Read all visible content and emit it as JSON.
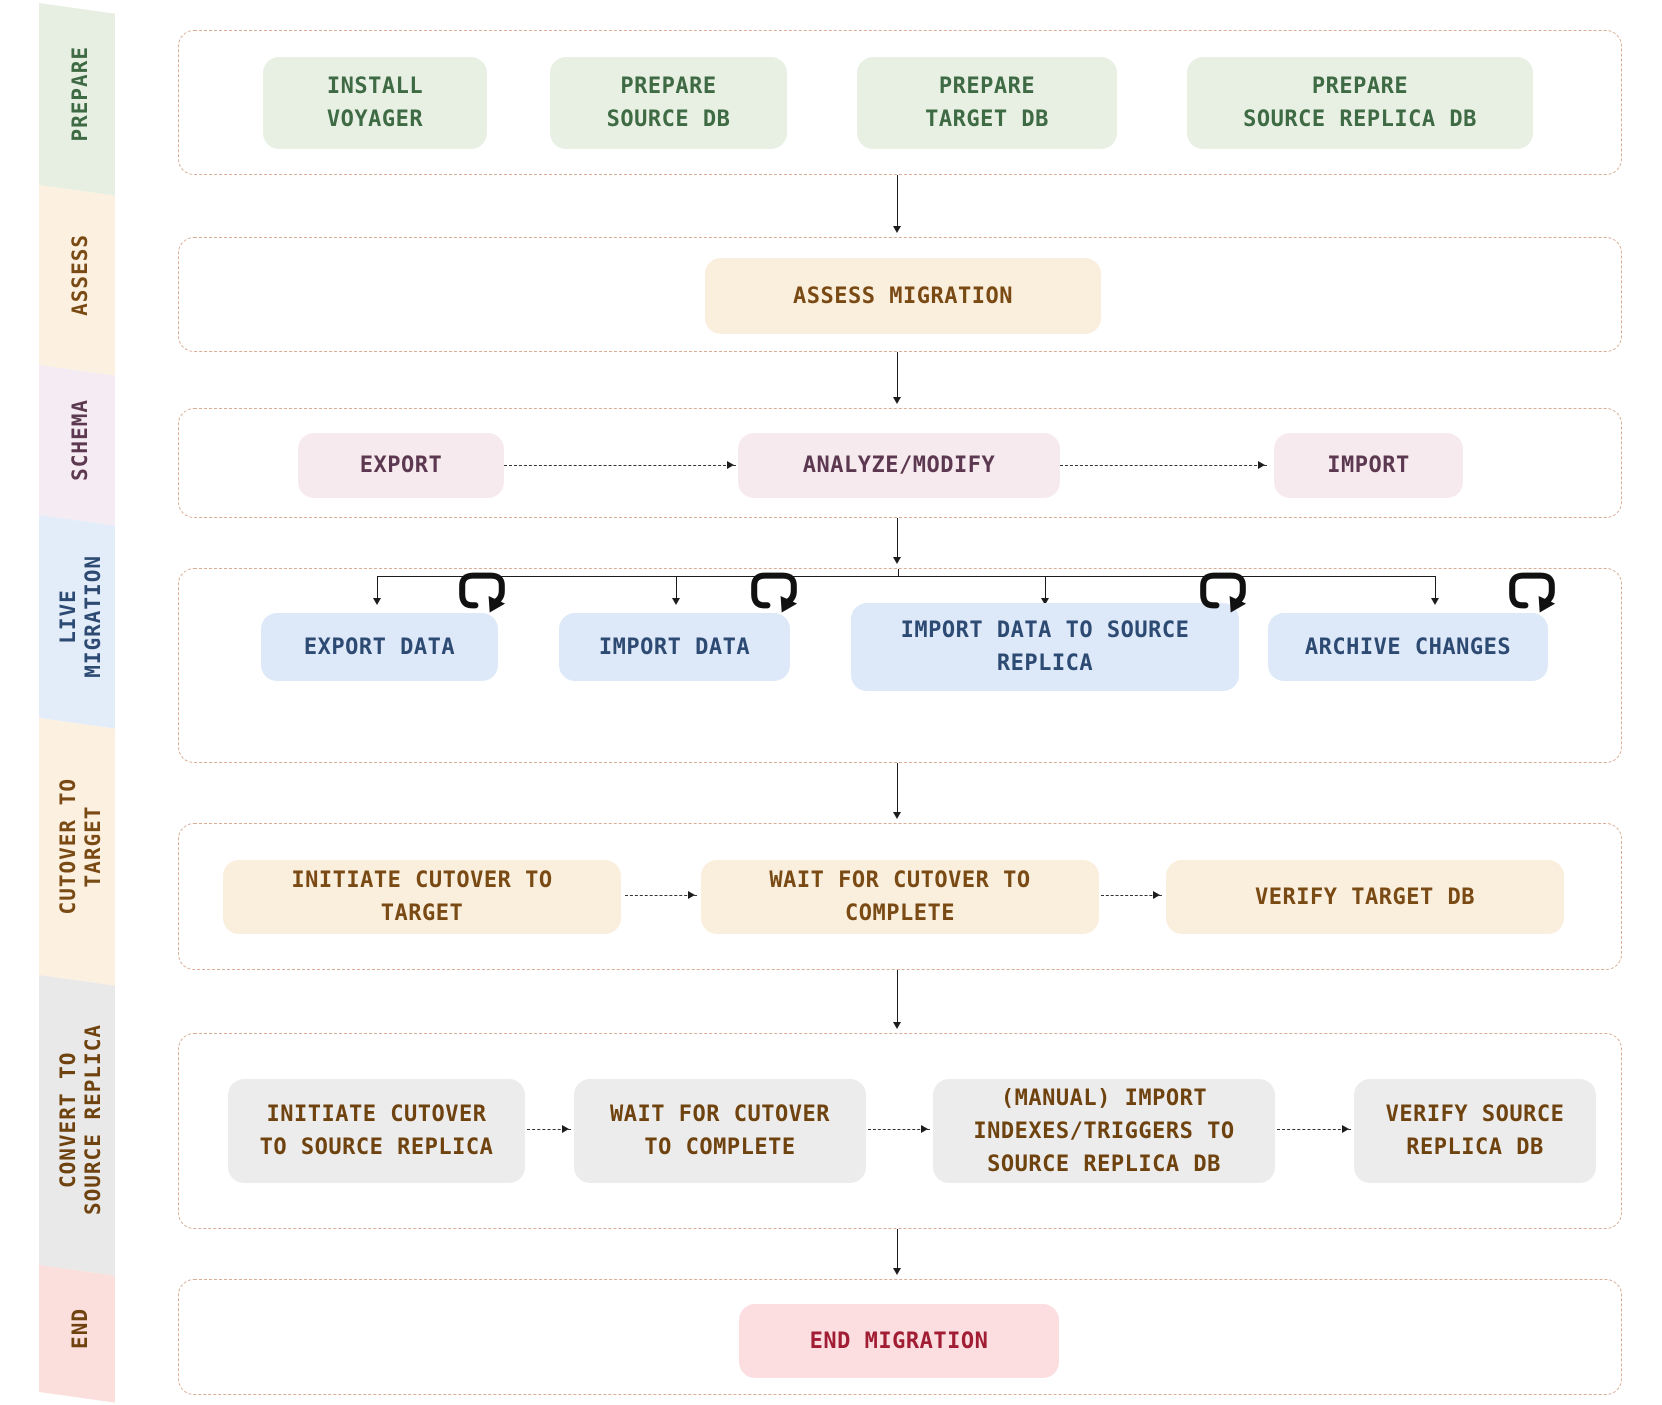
{
  "palette": {
    "row_border": "#d9ac96",
    "arrow": "#1c1c1c",
    "prepare_bg": "#e8f0e4",
    "prepare_text": "#3e6a44",
    "assess_bg": "#faeedd",
    "assess_text": "#7a4a14",
    "schema_bg": "#f7eaee",
    "schema_text": "#5c3950",
    "live_bg": "#dde8f8",
    "live_text": "#2d4a73",
    "cutover_bg": "#faeedd",
    "cutover_text": "#7a4a14",
    "convert_bg": "#ececec",
    "convert_text": "#6f430f",
    "end_bg": "#fcdee1",
    "end_text": "#a11d33"
  },
  "sidebar": {
    "items": [
      {
        "label": "PREPARE"
      },
      {
        "label": "ASSESS"
      },
      {
        "label": "SCHEMA"
      },
      {
        "label": "LIVE\nMIGRATION"
      },
      {
        "label": "CUTOVER TO\nTARGET"
      },
      {
        "label": "CONVERT TO\nSOURCE REPLICA"
      },
      {
        "label": "END"
      }
    ]
  },
  "flow": {
    "prepare": [
      "INSTALL\nVOYAGER",
      "PREPARE\nSOURCE DB",
      "PREPARE\nTARGET DB",
      "PREPARE\nSOURCE REPLICA DB"
    ],
    "assess": [
      "ASSESS MIGRATION"
    ],
    "schema": [
      "EXPORT",
      "ANALYZE/MODIFY",
      "IMPORT"
    ],
    "live_migration": [
      "EXPORT DATA",
      "IMPORT DATA",
      "IMPORT DATA TO SOURCE\nREPLICA",
      "ARCHIVE CHANGES"
    ],
    "cutover_to_target": [
      "INITIATE CUTOVER TO\nTARGET",
      "WAIT FOR CUTOVER TO\nCOMPLETE",
      "VERIFY TARGET DB"
    ],
    "convert_to_source_replica": [
      "INITIATE CUTOVER\nTO SOURCE REPLICA",
      "WAIT FOR CUTOVER\nTO COMPLETE",
      "(MANUAL) IMPORT\nINDEXES/TRIGGERS TO\nSOURCE REPLICA DB",
      "VERIFY SOURCE\nREPLICA DB"
    ],
    "end": [
      "END MIGRATION"
    ]
  }
}
